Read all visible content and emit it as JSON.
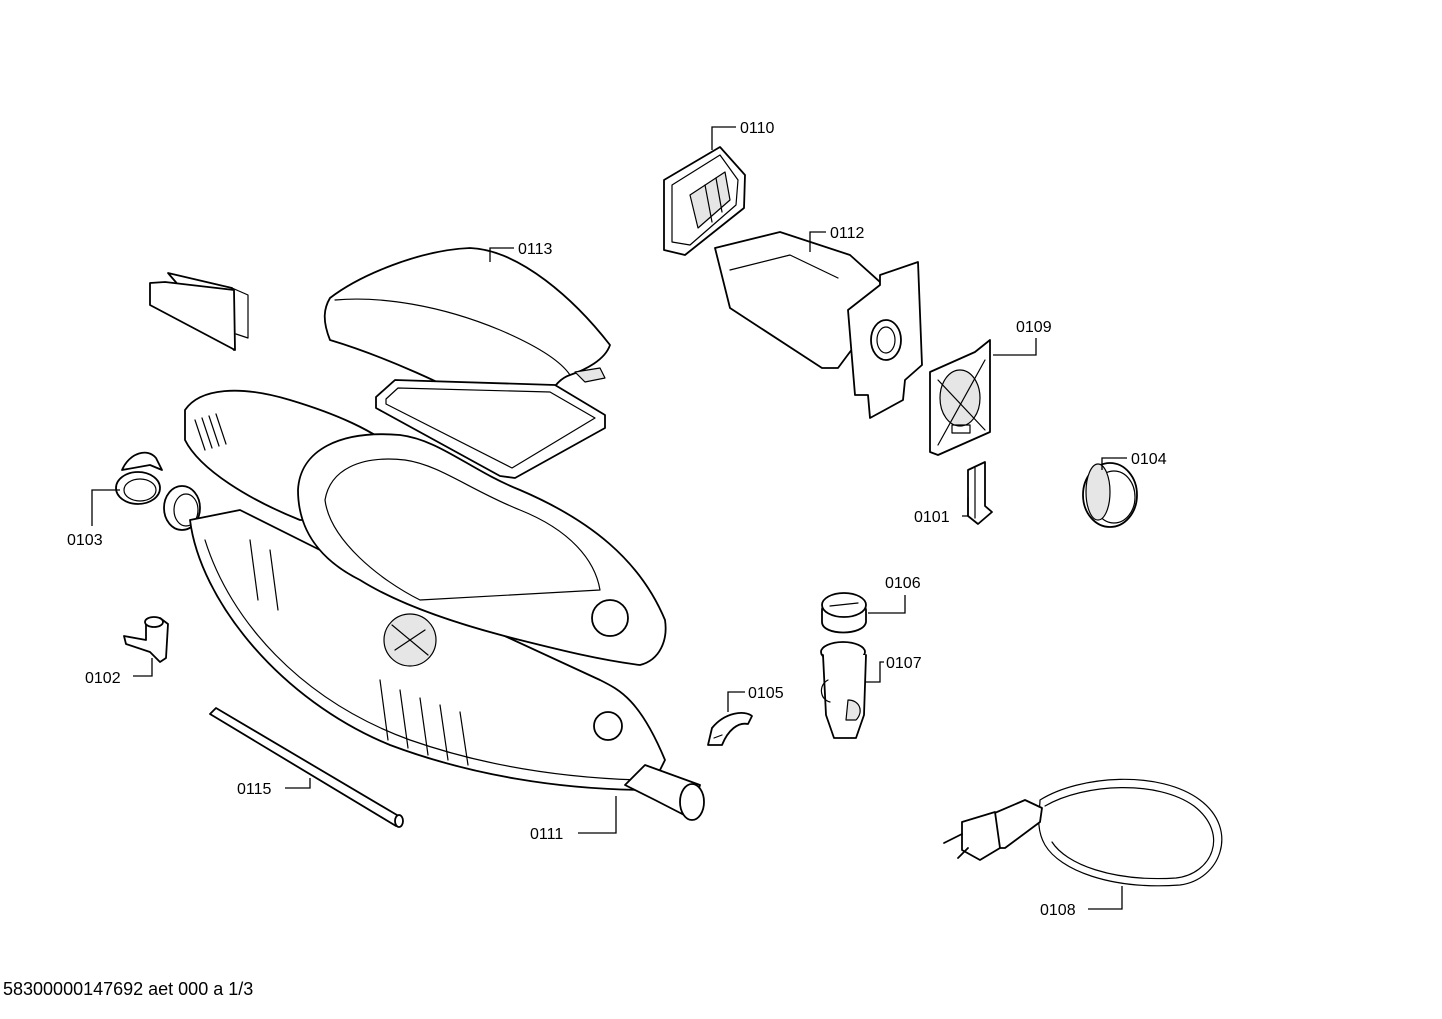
{
  "labels": {
    "p0101": "0101",
    "p0102": "0102",
    "p0103": "0103",
    "p0104": "0104",
    "p0105": "0105",
    "p0106": "0106",
    "p0107": "0107",
    "p0108": "0108",
    "p0109": "0109",
    "p0110": "0110",
    "p0111": "0111",
    "p0112": "0112",
    "p0113": "0113",
    "p0115": "0115"
  },
  "footer": "58300000147692 aet 000 a 1/3"
}
